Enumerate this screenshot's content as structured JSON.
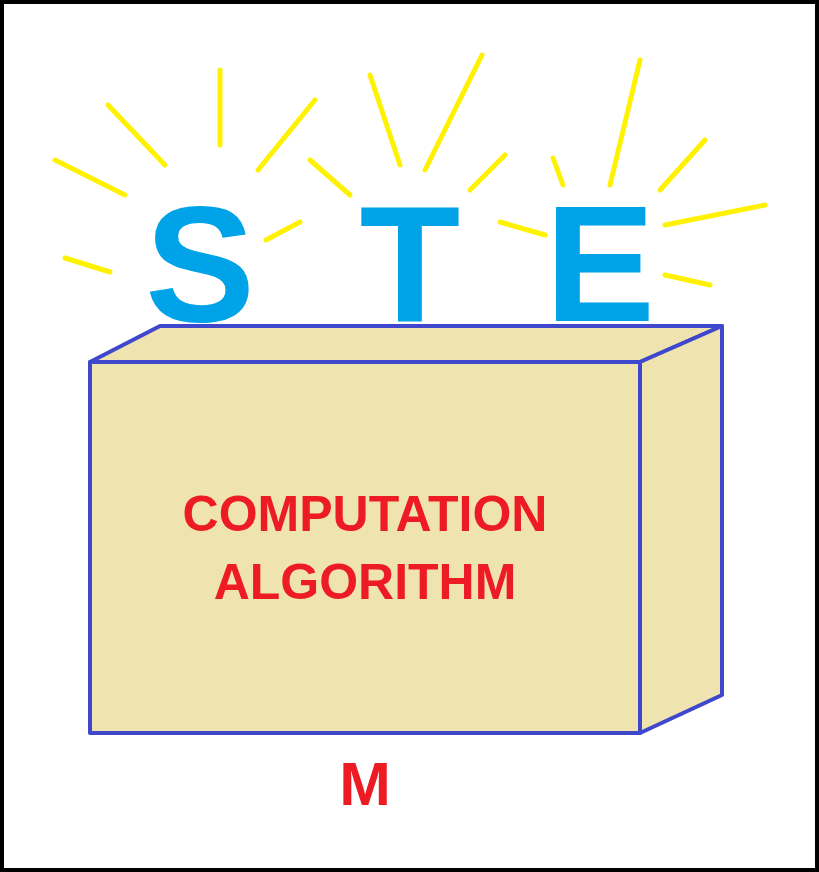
{
  "diagram": {
    "nodes": [
      {
        "text": [
          "COMPUTATION ALGORITHM",
          "M"
        ]
      }
    ],
    "labels": [
      "S",
      "T",
      "E"
    ]
  }
}
